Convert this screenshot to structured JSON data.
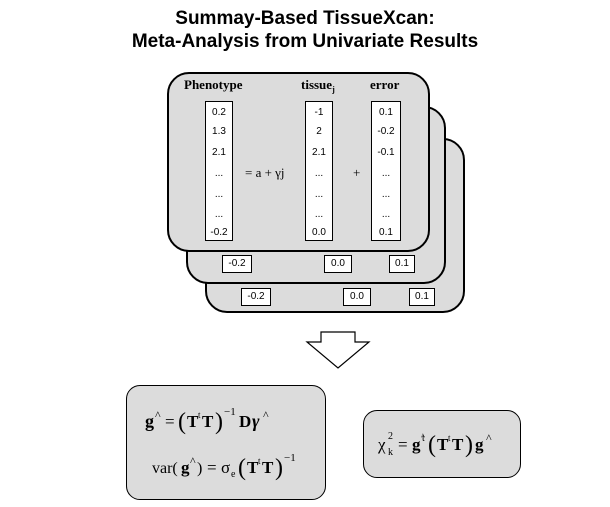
{
  "title": {
    "line1": "Summay-Based TissueXcan:",
    "line2": "Meta-Analysis from Univariate Results"
  },
  "matrix": {
    "phenotype_header": "Phenotype",
    "tissue_header": "tissue",
    "tissue_sub": "j",
    "error_header": "error",
    "phenotype_values": [
      "0.2",
      "1.3",
      "2.1",
      "...",
      "...",
      "...",
      "-0.2"
    ],
    "tissue_values": [
      "-1",
      "2",
      "2.1",
      "...",
      "...",
      "...",
      "0.0"
    ],
    "error_values": [
      "0.1",
      "-0.2",
      "-0.1",
      "...",
      "...",
      "...",
      "0.1"
    ],
    "equation": "= a + γj",
    "plus": "+"
  },
  "layer2": {
    "phenotype_last": "-0.2",
    "tissue_last": "0.0",
    "error_last": "0.1"
  },
  "layer3": {
    "phenotype_last": "-0.2",
    "tissue_last": "0.0",
    "error_last": "0.1"
  },
  "colors": {
    "card_fill": "#dcdcdc",
    "border": "#000000"
  },
  "icons": {
    "arrow": "down-arrow-icon"
  }
}
